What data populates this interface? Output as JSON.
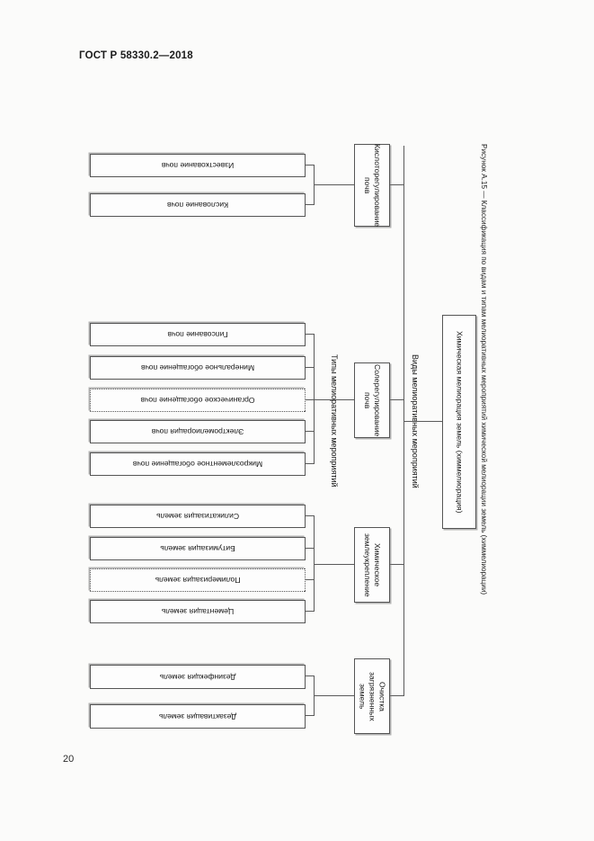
{
  "document": {
    "header": "ГОСТ Р 58330.2—2018",
    "page_number": "20",
    "figure_caption": "Рисунок А.15 — Классификация по видам и типам мелиоративных мероприятий химической мелиорации земель (химмелиорации)"
  },
  "diagram": {
    "root": "Химическая мелиорация земель (химмелиорация)",
    "level_labels": {
      "kinds": "Виды мелиоративных мероприятий",
      "types": "Типы мелиоративных мероприятий"
    },
    "categories": [
      {
        "name": "Очистка загрязненных земель",
        "items": [
          "Дезактивация земель",
          "Дезинфекция земель"
        ]
      },
      {
        "name": "Химическое землеукрепление",
        "items": [
          "Цементация земель",
          "Полимеризация земель",
          "Битумизация земель",
          "Силикатизация земель"
        ]
      },
      {
        "name": "Солерегулирование почв",
        "items": [
          "Микроэлементное обогащение почв",
          "Электромелиорация почв",
          "Органическое обогащение почв",
          "Минеральное обогащение почв",
          "Гипсование почв"
        ]
      },
      {
        "name": "Кислоторегулирование почв",
        "items": [
          "Кислование почв",
          "Известкование почв"
        ]
      }
    ]
  }
}
